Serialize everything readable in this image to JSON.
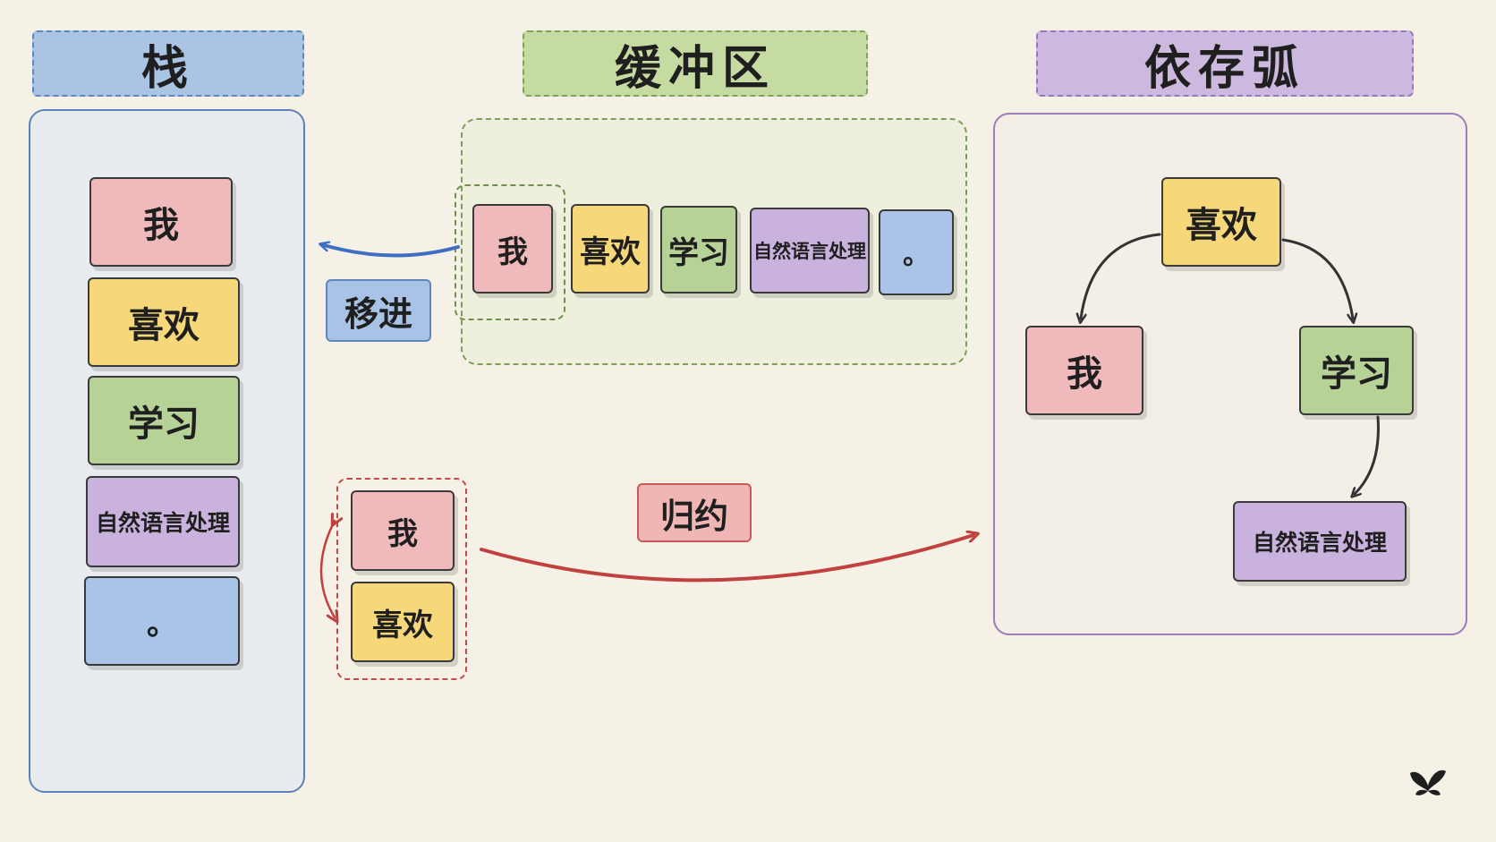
{
  "headers": {
    "stack": "栈",
    "buffer": "缓冲区",
    "arcs": "依存弧"
  },
  "stack_items": [
    "我",
    "喜欢",
    "学习",
    "自然语言处理",
    "。"
  ],
  "buffer_items": [
    "我",
    "喜欢",
    "学习",
    "自然语言处理",
    "。"
  ],
  "actions": {
    "shift": "移进",
    "reduce": "归约"
  },
  "reduce_items": [
    "我",
    "喜欢"
  ],
  "tree": {
    "root": "喜欢",
    "left": "我",
    "right": "学习",
    "child": "自然语言处理"
  },
  "colors": {
    "pink": "#f0b9bc",
    "yellow": "#f6d779",
    "green": "#b7d296",
    "purple": "#c9b2dd",
    "blue": "#aac4e7",
    "shift_arrow": "#3f6fc2",
    "reduce_arrow": "#c0413d",
    "tree_arrow": "#333333"
  },
  "logo_icon": "butterfly-icon"
}
